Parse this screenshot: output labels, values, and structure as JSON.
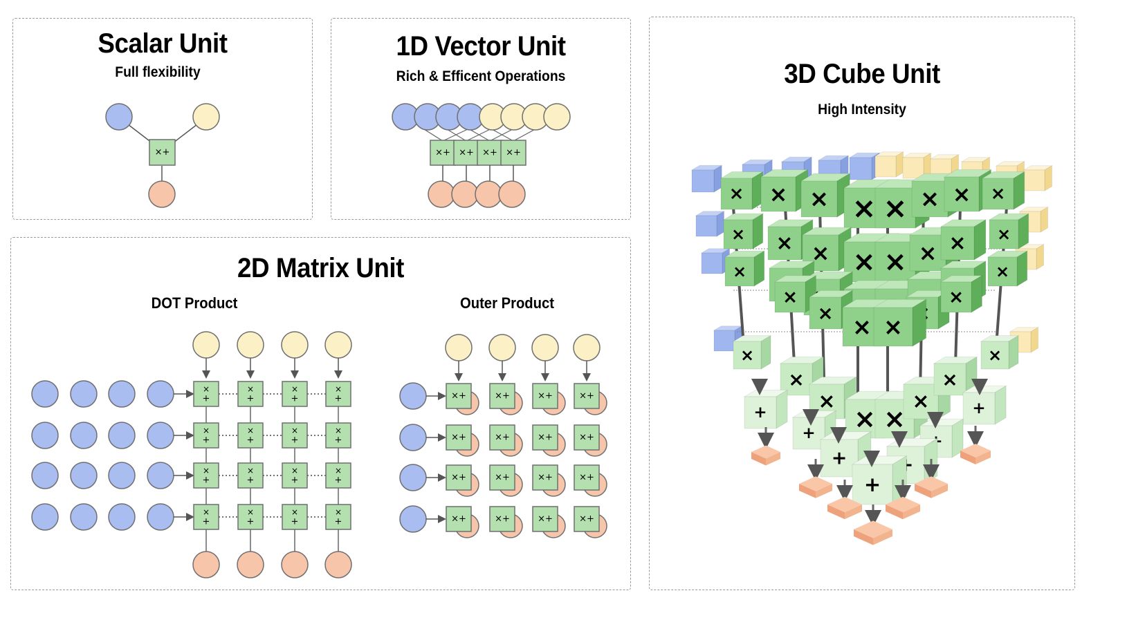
{
  "colors": {
    "input_a": "#a9bdf0",
    "input_b": "#fbf0c6",
    "output": "#f7c6aa",
    "compute": "#b4e0b0",
    "compute_dark": "#6fba6a",
    "stroke": "#6f6f6f"
  },
  "scalar": {
    "title": "Scalar Unit",
    "subtitle": "Full flexibility",
    "op": "×+"
  },
  "vector": {
    "title": "1D Vector Unit",
    "subtitle": "Rich & Efficent Operations",
    "op": "×+"
  },
  "matrix": {
    "title": "2D Matrix Unit",
    "dot_label": "DOT Product",
    "outer_label": "Outer Product",
    "dot_op_top": "×",
    "dot_op_bottom": "+",
    "outer_op": "×+"
  },
  "cube": {
    "title": "3D Cube Unit",
    "subtitle": "High Intensity",
    "mul_glyph": "×",
    "add_glyph": "+"
  }
}
